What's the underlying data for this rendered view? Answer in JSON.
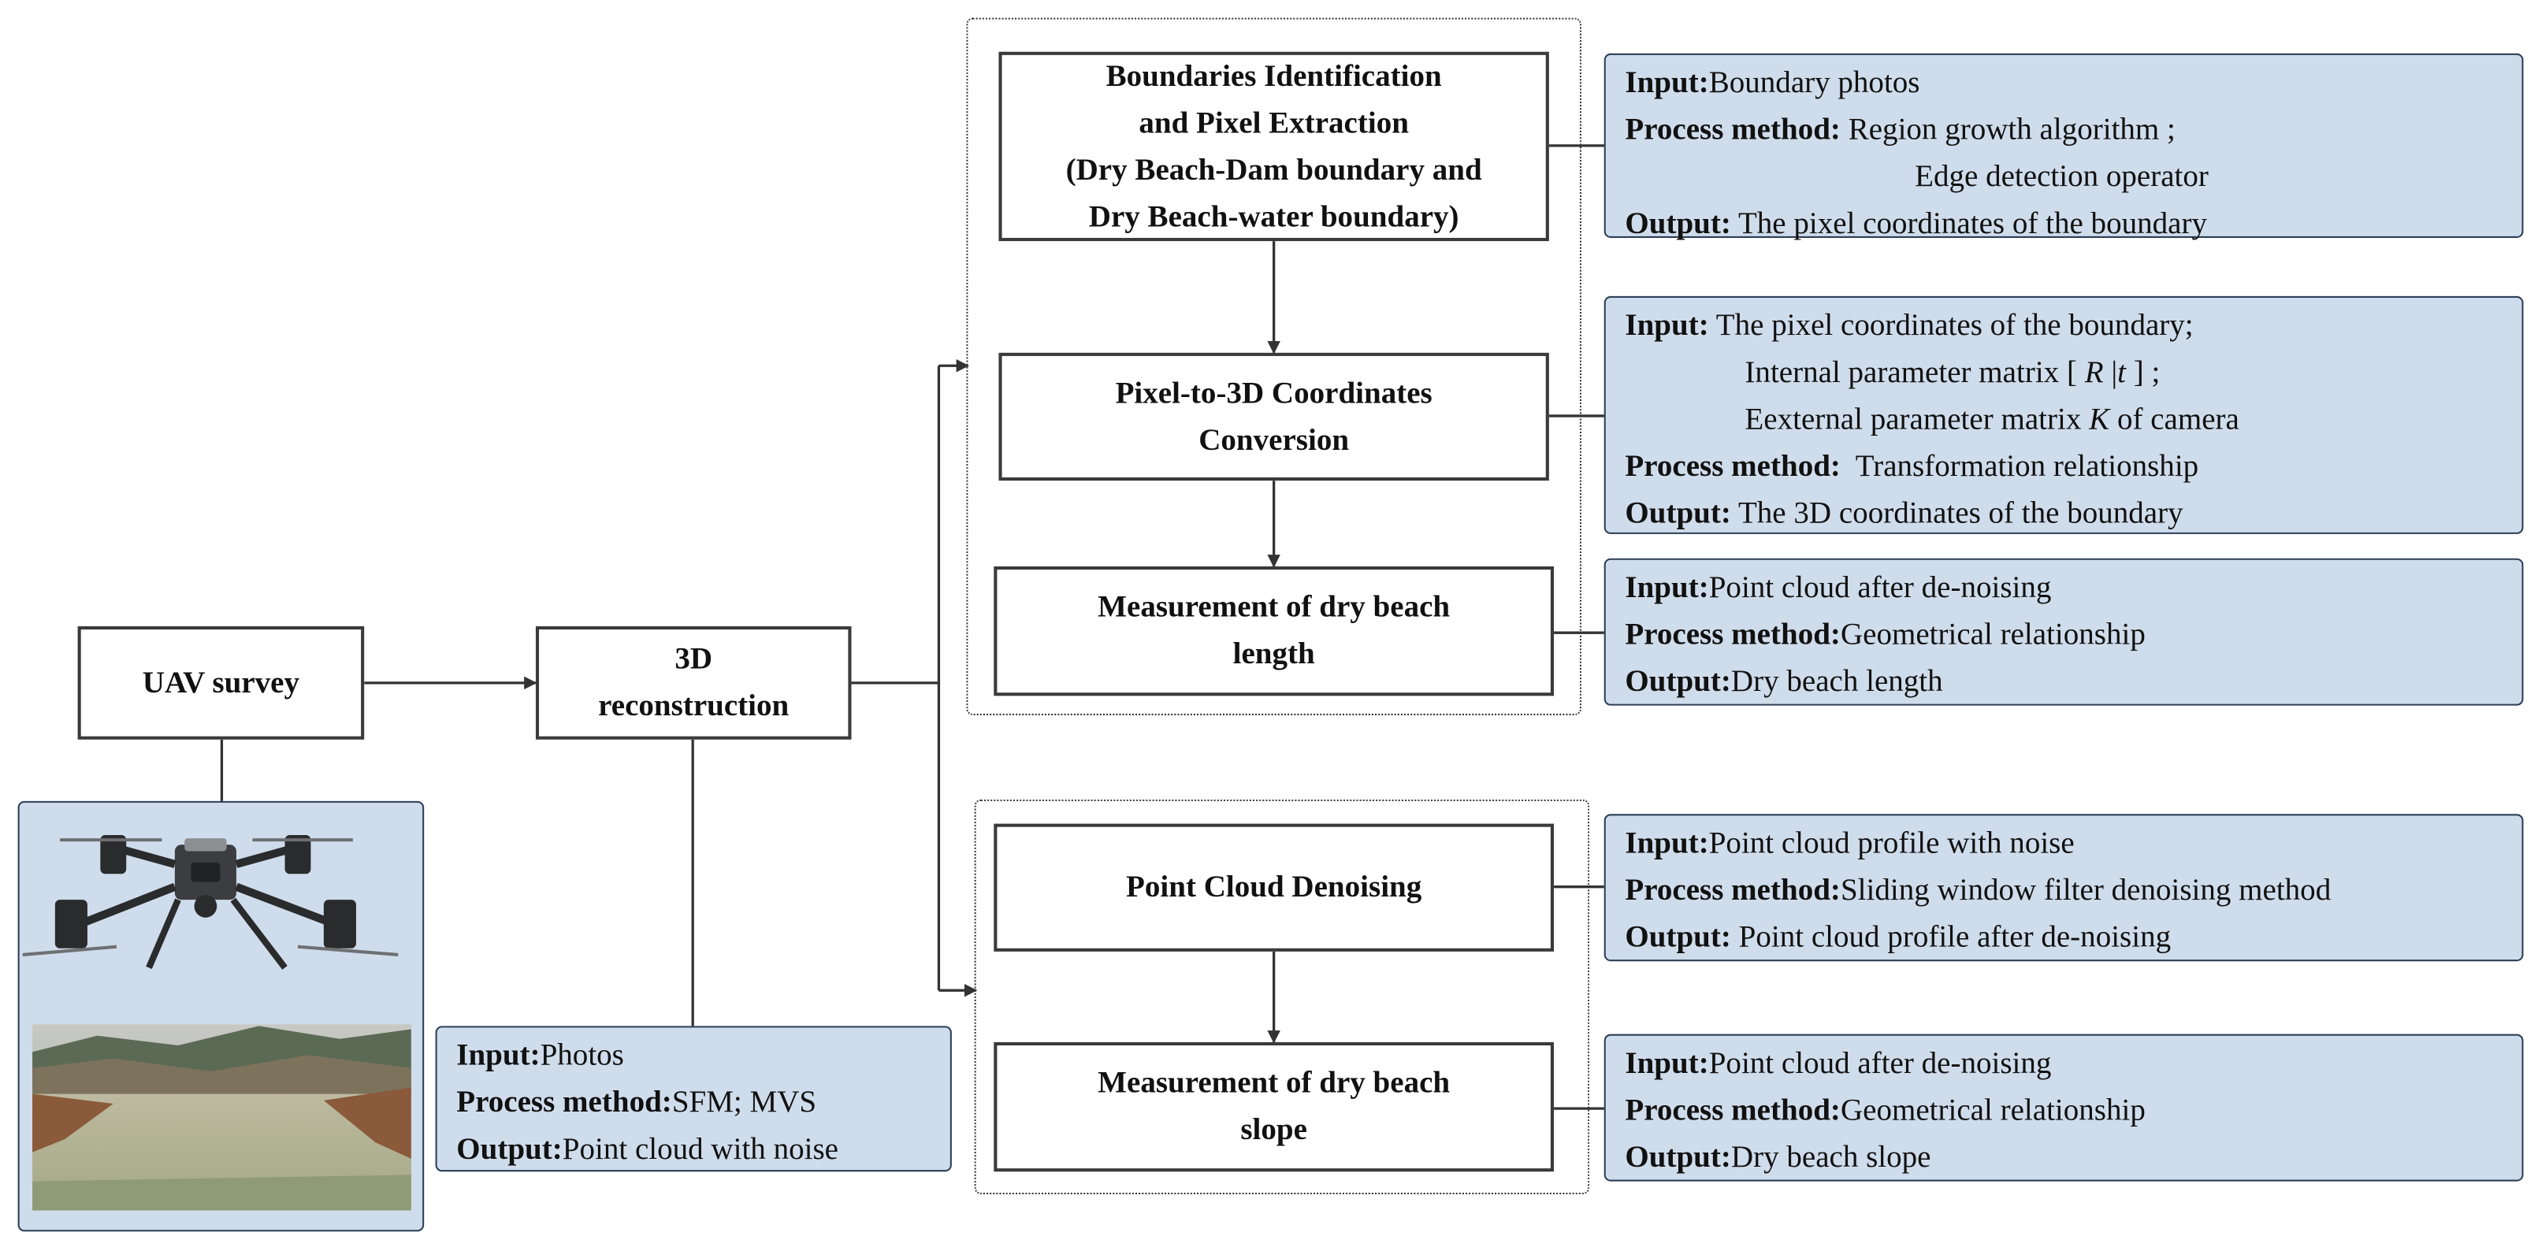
{
  "steps": {
    "uav_survey": "UAV survey",
    "reconstruction": [
      "3D",
      "reconstruction"
    ],
    "boundaries": [
      "Boundaries Identification",
      "and Pixel Extraction",
      "(Dry Beach-Dam boundary and",
      "Dry Beach-water boundary)"
    ],
    "pixel_to_3d": [
      "Pixel-to-3D Coordinates",
      "Conversion"
    ],
    "beach_length": [
      "Measurement of dry beach",
      "length"
    ],
    "denoising": "Point Cloud Denoising",
    "beach_slope": [
      "Measurement of dry beach",
      "slope"
    ]
  },
  "info": {
    "reconstruction": {
      "input_label": "Input:",
      "input": "Photos",
      "method_label": "Process method:",
      "method": "SFM; MVS",
      "output_label": "Output:",
      "output": "Point cloud with noise"
    },
    "boundaries": {
      "input_label": "Input:",
      "input": "Boundary photos",
      "method_label": "Process method:",
      "method": " Region growth algorithm ;",
      "method_2": "Edge detection operator",
      "output_label": "Output:",
      "output": " The pixel coordinates of the boundary"
    },
    "pixel_to_3d": {
      "input_label": "Input:",
      "input": " The pixel coordinates of the boundary;",
      "input_2_pre": "Internal parameter matrix [ ",
      "input_2_r": "R",
      "input_2_mid": " |",
      "input_2_t": "t",
      "input_2_post": " ] ;",
      "input_3_pre": "Eexternal parameter matrix ",
      "input_3_k": "K",
      "input_3_post": " of camera",
      "method_label": "Process method:",
      "method": "  Transformation relationship",
      "output_label": "Output:",
      "output": " The 3D coordinates of the boundary"
    },
    "beach_length": {
      "input_label": "Input:",
      "input": "Point cloud after de-noising",
      "method_label": "Process method:",
      "method": "Geometrical relationship",
      "output_label": "Output:",
      "output": "Dry beach length"
    },
    "denoising": {
      "input_label": "Input:",
      "input": "Point cloud profile with noise",
      "method_label": "Process method:",
      "method": "Sliding window filter denoising method",
      "output_label": "Output:",
      "output": " Point cloud profile after de-noising"
    },
    "beach_slope": {
      "input_label": "Input:",
      "input": "Point cloud after de-noising",
      "method_label": "Process method:",
      "method": "Geometrical relationship",
      "output_label": "Output:",
      "output": "Dry beach slope"
    }
  },
  "colors": {
    "info_fill": "#cfdceb",
    "info_border": "#2c3e57",
    "line": "#333333"
  }
}
